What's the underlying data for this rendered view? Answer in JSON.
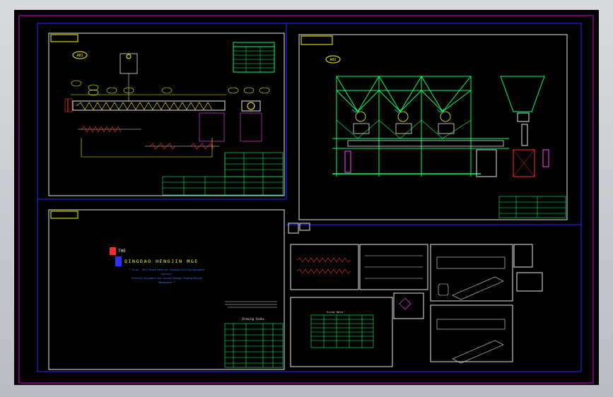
{
  "drawing_set": {
    "company_marker": "THE",
    "company_name": "QINGDAO HENGJIN M&E",
    "tagline_lines": [
      "* Screw - Belt Mixed Material Conveyor/Lifting Equipment",
      "Conveyor,",
      "Pressing Equipment And Vacuum Package Feeding/Dosing",
      "Management *"
    ],
    "sheet_tags": [
      "A01",
      "A02"
    ],
    "table_title_schedule": "Drawing Index",
    "table_title_screw": "Screw Data"
  },
  "colors": {
    "background": "#000000",
    "frame_magenta": "#d400d4",
    "border_blue": "#2a2aff",
    "line_green": "#00ff66",
    "line_yellow": "#ffff00",
    "line_white": "#e6e6e6",
    "line_cyan": "#00ffff",
    "line_red": "#ff3030",
    "line_magenta": "#ff40ff"
  }
}
